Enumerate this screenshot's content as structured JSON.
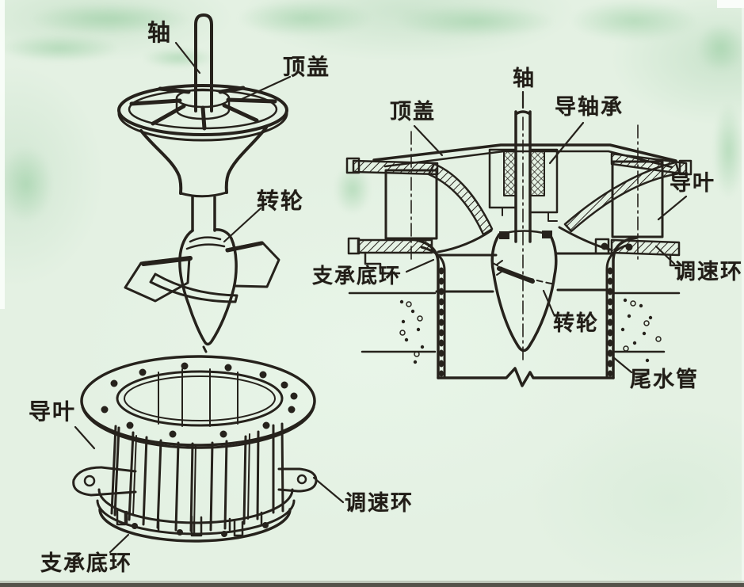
{
  "palette": {
    "paper": "#e4f1e3",
    "ink": "#26221c"
  },
  "diagrams": {
    "runner_assembly": {
      "labels": {
        "shaft": "轴",
        "top_cover": "顶盖",
        "runner": "转轮"
      }
    },
    "cross_section": {
      "labels": {
        "shaft": "轴",
        "top_cover": "顶盖",
        "guide_bearing": "导轴承",
        "guide_vane": "导叶",
        "support_bottom_ring": "支承底环",
        "regulating_ring": "调速环",
        "runner": "转轮",
        "draft_tube": "尾水管"
      }
    },
    "guide_vane_assembly": {
      "labels": {
        "guide_vane": "导叶",
        "regulating_ring": "调速环",
        "support_bottom_ring": "支承底环"
      }
    }
  }
}
